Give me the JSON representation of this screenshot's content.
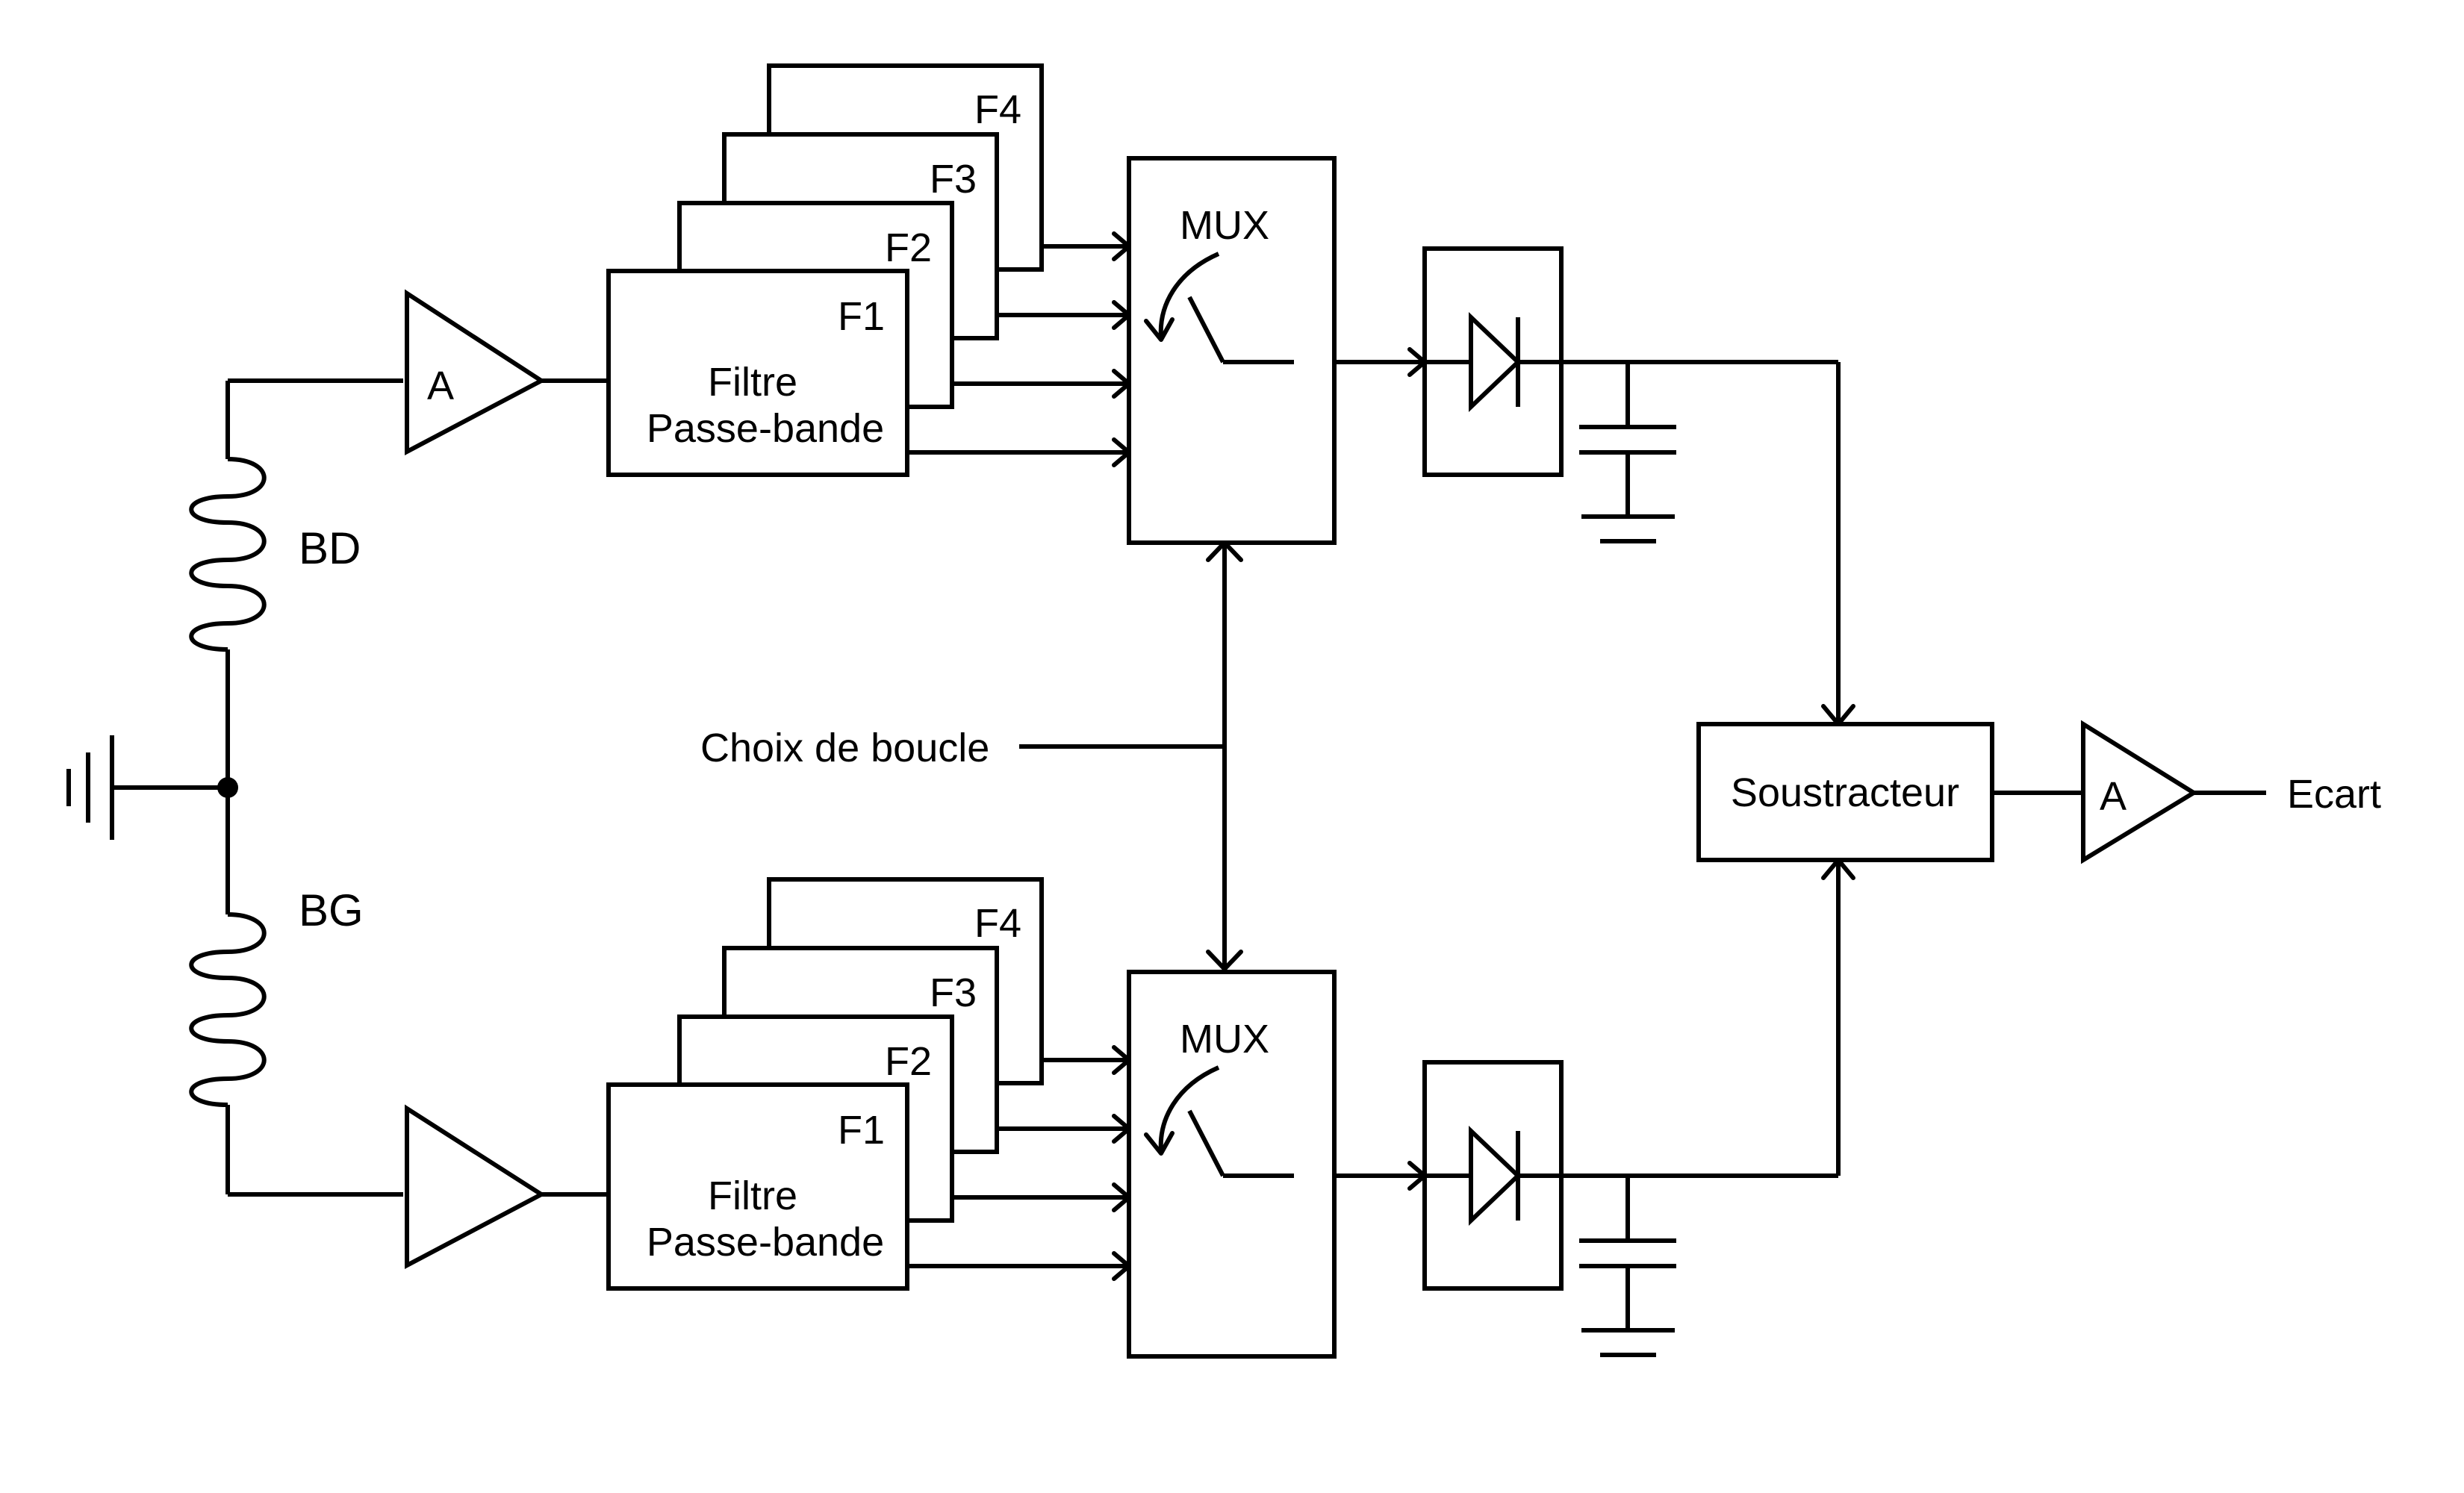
{
  "labels": {
    "inductor_right": "BD",
    "inductor_left": "BG",
    "loop_select": "Choix de boucle",
    "subtractor": "Soustracteur",
    "output": "Ecart"
  },
  "top_channel": {
    "amplifier": "A",
    "filter_line1": "Filtre",
    "filter_line2": "Passe-bande",
    "filters": [
      "F1",
      "F2",
      "F3",
      "F4"
    ],
    "mux": "MUX"
  },
  "bottom_channel": {
    "amplifier": "",
    "filter_line1": "Filtre",
    "filter_line2": "Passe-bande",
    "filters": [
      "F1",
      "F2",
      "F3",
      "F4"
    ],
    "mux": "MUX"
  },
  "output_amplifier": "A"
}
